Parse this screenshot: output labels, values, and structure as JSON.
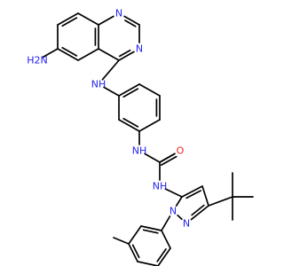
{
  "colors": {
    "bond": "#000000",
    "nitrogen": "#2222ee",
    "oxygen": "#ee2222",
    "carbon": "#000000",
    "background": "#ffffff"
  },
  "atoms": [
    {
      "id": "n1",
      "text": "N",
      "color_key": "nitrogen"
    },
    {
      "id": "n3",
      "text": "N",
      "color_key": "nitrogen"
    },
    {
      "id": "nh2",
      "text": "H2N",
      "color_key": "nitrogen"
    },
    {
      "id": "nh_aniline",
      "text": "NH",
      "color_key": "nitrogen"
    },
    {
      "id": "nh_urea_left",
      "text": "NH",
      "color_key": "nitrogen"
    },
    {
      "id": "o_urea",
      "text": "O",
      "color_key": "oxygen"
    },
    {
      "id": "nh_urea_right",
      "text": "NH",
      "color_key": "nitrogen"
    },
    {
      "id": "n_pyrazole_1",
      "text": "N",
      "color_key": "nitrogen"
    },
    {
      "id": "n_pyrazole_2",
      "text": "N",
      "color_key": "nitrogen"
    }
  ]
}
